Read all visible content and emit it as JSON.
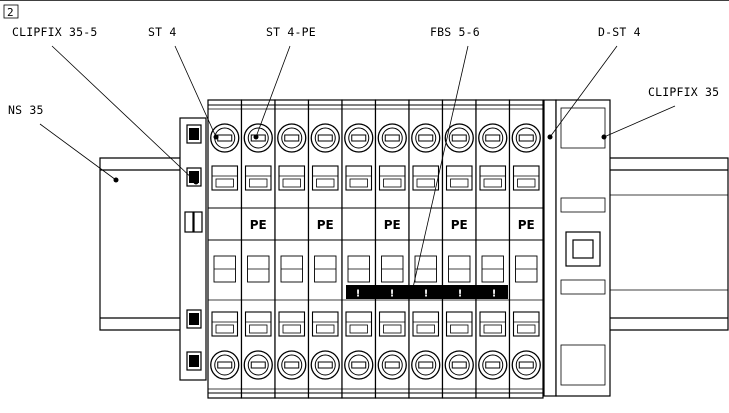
{
  "figure": {
    "number": "2"
  },
  "labels": {
    "clipfix_end_left": "CLIPFIX 35-5",
    "st4": "ST 4",
    "st4_pe": "ST 4-PE",
    "fbs": "FBS 5-6",
    "dst4": "D-ST 4",
    "clipfix_right": "CLIPFIX 35",
    "ns35": "NS 35"
  },
  "terminal_blocks": [
    {
      "type": "ST 4",
      "marking": ""
    },
    {
      "type": "ST 4-PE",
      "marking": "PE"
    },
    {
      "type": "ST 4",
      "marking": ""
    },
    {
      "type": "ST 4-PE",
      "marking": "PE"
    },
    {
      "type": "ST 4",
      "marking": ""
    },
    {
      "type": "ST 4-PE",
      "marking": "PE"
    },
    {
      "type": "ST 4",
      "marking": ""
    },
    {
      "type": "ST 4-PE",
      "marking": "PE"
    },
    {
      "type": "ST 4",
      "marking": ""
    },
    {
      "type": "ST 4-PE",
      "marking": "PE"
    }
  ],
  "bridge_marks": [
    "!",
    "!",
    "!",
    "!",
    "!"
  ]
}
